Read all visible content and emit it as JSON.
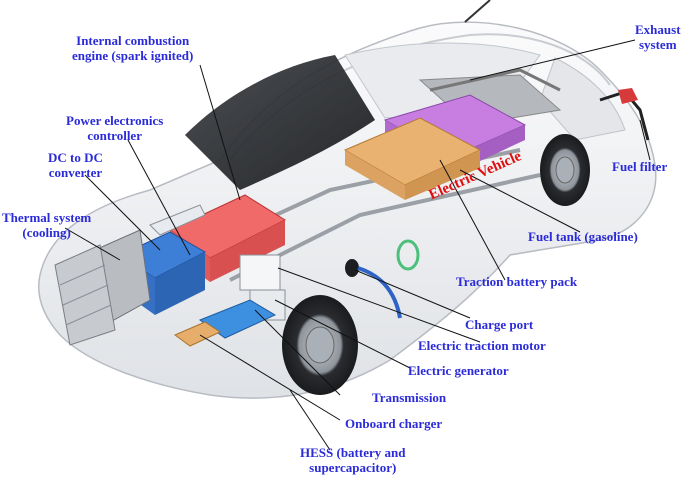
{
  "diagram": {
    "vehicle_text": "Electric Vehicle",
    "labels": {
      "ice": [
        "Internal combustion",
        "engine (spark ignited)"
      ],
      "pec": [
        "Power electronics",
        "controller"
      ],
      "dcdc": [
        "DC to DC",
        "converter"
      ],
      "thermal": [
        "Thermal system",
        "(cooling)"
      ],
      "exhaust": [
        "Exhaust",
        "system"
      ],
      "fuel_filter": "Fuel filter",
      "fuel_tank": "Fuel tank (gasoline)",
      "battery_pack": "Traction battery pack",
      "charge_port": "Charge port",
      "motor": "Electric traction motor",
      "generator": "Electric generator",
      "transmission": "Transmission",
      "onboard_charger": "Onboard charger",
      "hess": [
        "HESS (battery and",
        "supercapacitor)"
      ]
    },
    "colors": {
      "label": "#2b2bd9",
      "vehicle_text": "#e01010",
      "battery_pack": "#c77ee0",
      "fuel_tank": "#e9b270",
      "engine": "#f06a6a",
      "power_electronics": "#3d7fd6",
      "car_body": "#f4f5f7"
    }
  }
}
